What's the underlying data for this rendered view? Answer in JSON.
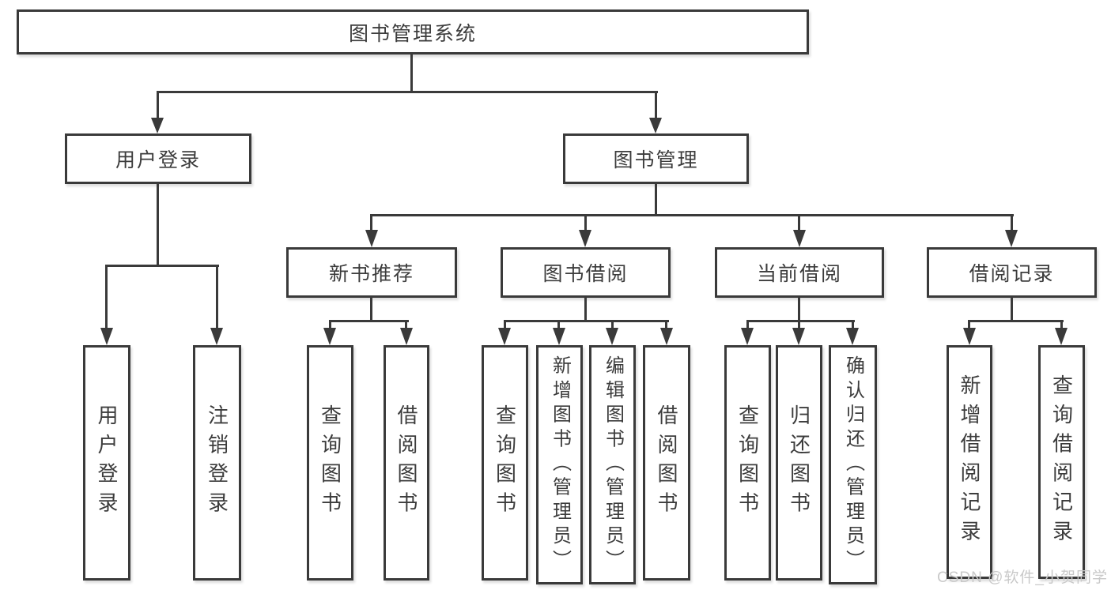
{
  "tree": {
    "root": {
      "label": "图书管理系统"
    },
    "branches": [
      {
        "label": "用户登录",
        "children": [
          {
            "label": "用户登录"
          },
          {
            "label": "注销登录"
          }
        ]
      },
      {
        "label": "图书管理",
        "children": [
          {
            "label": "新书推荐",
            "children": [
              {
                "label": "查询图书"
              },
              {
                "label": "借阅图书"
              }
            ]
          },
          {
            "label": "图书借阅",
            "children": [
              {
                "label": "查询图书"
              },
              {
                "label": "新增图书（管理员）"
              },
              {
                "label": "编辑图书（管理员）"
              },
              {
                "label": "借阅图书"
              }
            ]
          },
          {
            "label": "当前借阅",
            "children": [
              {
                "label": "查询图书"
              },
              {
                "label": "归还图书"
              },
              {
                "label": "确认归还（管理员）"
              }
            ]
          },
          {
            "label": "借阅记录",
            "children": [
              {
                "label": "新增借阅记录"
              },
              {
                "label": "查询借阅记录"
              }
            ]
          }
        ]
      }
    ]
  },
  "watermark": {
    "text": "CSDN @软件_小贺同学"
  },
  "colors": {
    "line": "#3a3a3a",
    "box_border": "#3a3a3a",
    "box_fill": "#ffffff",
    "text": "#3c3c3c",
    "watermark": "#c9c9c9",
    "background": "#ffffff"
  }
}
